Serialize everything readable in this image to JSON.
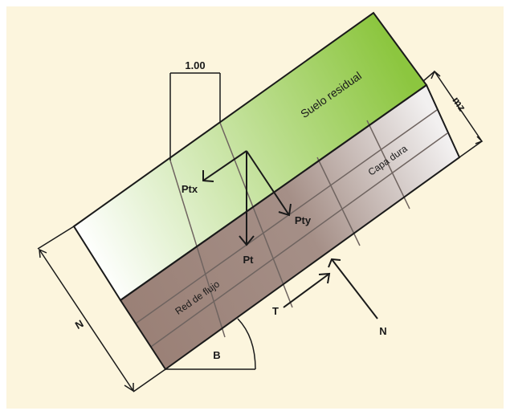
{
  "labels": {
    "width": "1.00",
    "suelo": "Suelo residual",
    "capa": "Capa dura",
    "red": "Red de flujo",
    "mz": "mz",
    "ptx": "Ptx",
    "pty": "Pty",
    "pt": "Pt",
    "t": "T",
    "n_force": "N",
    "n_dim": "N",
    "beta": "B"
  },
  "colors": {
    "background": "#fcf5dd",
    "green_dark": "#8cc63f",
    "green_light": "#ffffff",
    "soil_dark": "#9a8076",
    "soil_light": "#f2f0f0",
    "lines": "#1a1a1a",
    "grid": "#6f6460"
  }
}
